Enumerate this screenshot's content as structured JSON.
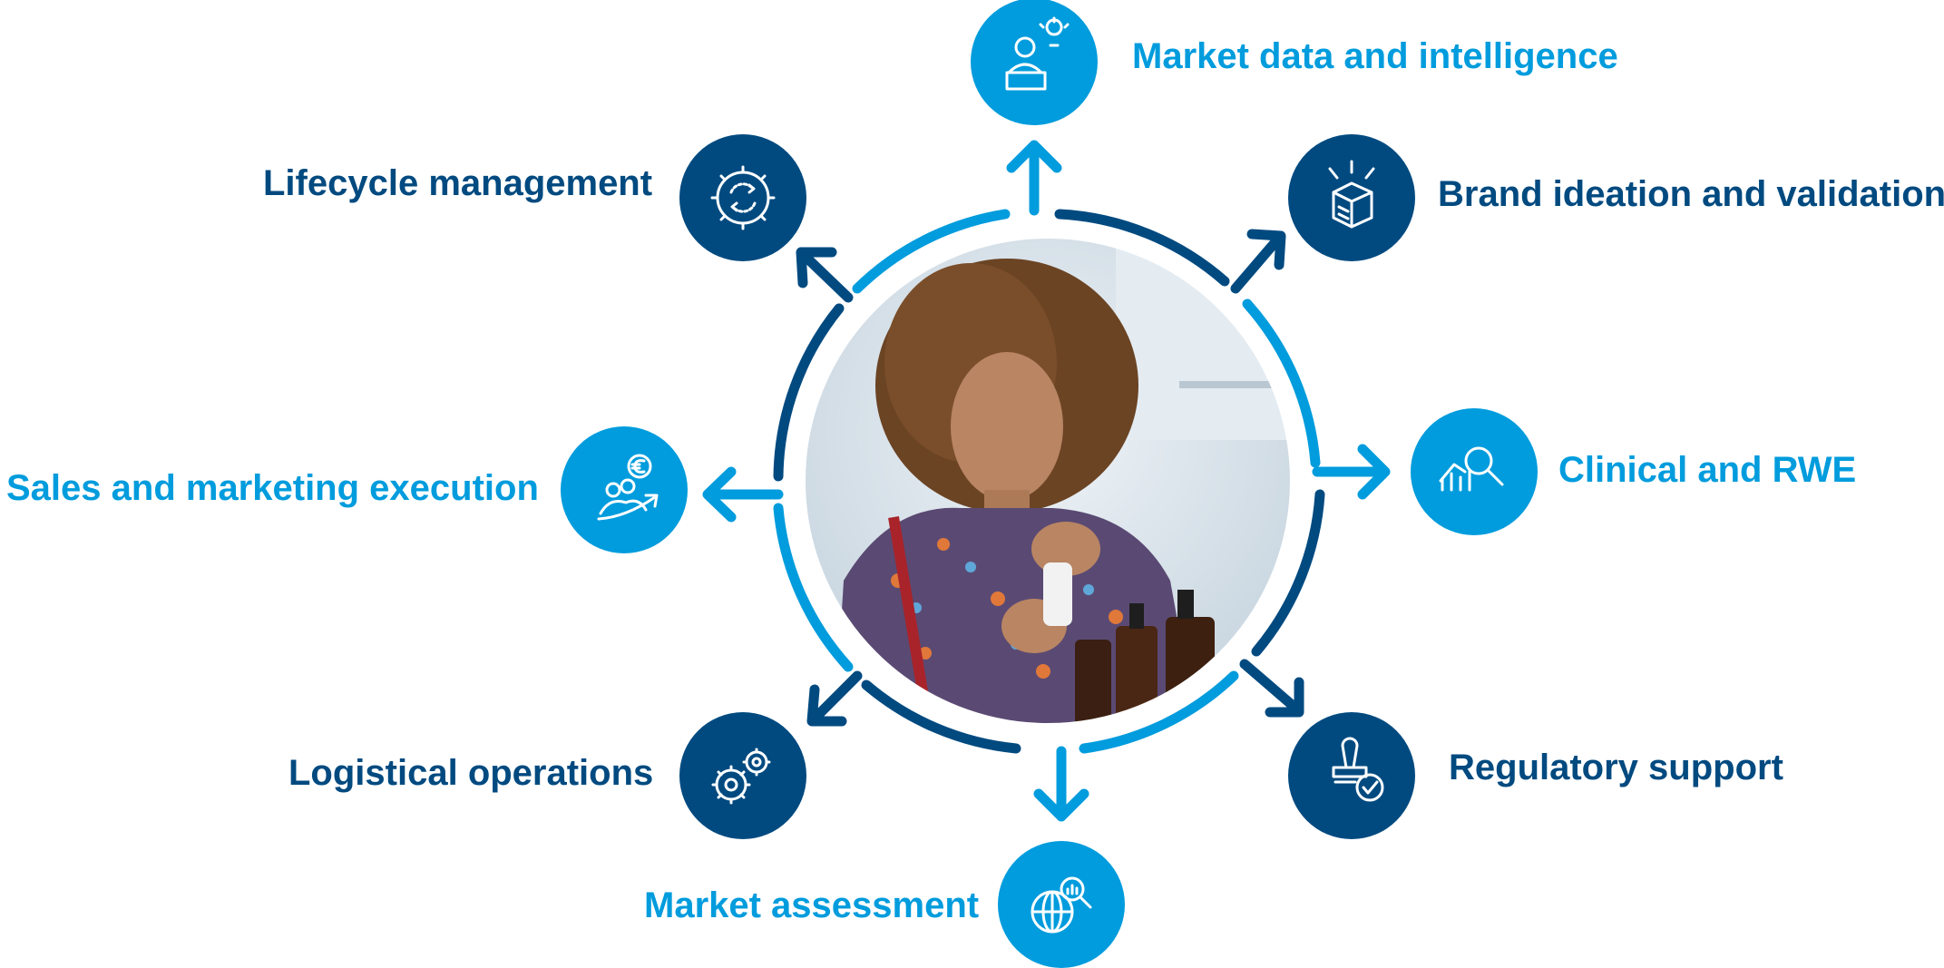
{
  "colors": {
    "dark_blue": "#004a80",
    "light_blue": "#009cdd",
    "icon_stroke": "#ffffff"
  },
  "center_image": {
    "description_icon": "woman-shopping-photo"
  },
  "nodes": [
    {
      "id": "market-data",
      "label": "Market data and intelligence",
      "icon": "person-lightbulb-icon",
      "tone": "light"
    },
    {
      "id": "brand-ideation",
      "label": "Brand ideation and validation",
      "icon": "box-idea-icon",
      "tone": "dark"
    },
    {
      "id": "clinical-rwe",
      "label": "Clinical and RWE",
      "icon": "chart-magnifier-icon",
      "tone": "light"
    },
    {
      "id": "regulatory",
      "label": "Regulatory support",
      "icon": "stamp-check-icon",
      "tone": "dark"
    },
    {
      "id": "market-assessment",
      "label": "Market assessment",
      "icon": "globe-magnifier-icon",
      "tone": "light"
    },
    {
      "id": "logistical",
      "label": "Logistical operations",
      "icon": "gears-icon",
      "tone": "dark"
    },
    {
      "id": "sales-marketing",
      "label": "Sales and marketing execution",
      "icon": "people-euro-growth-icon",
      "tone": "light"
    },
    {
      "id": "lifecycle",
      "label": "Lifecycle management",
      "icon": "gear-cycle-icon",
      "tone": "dark"
    }
  ]
}
